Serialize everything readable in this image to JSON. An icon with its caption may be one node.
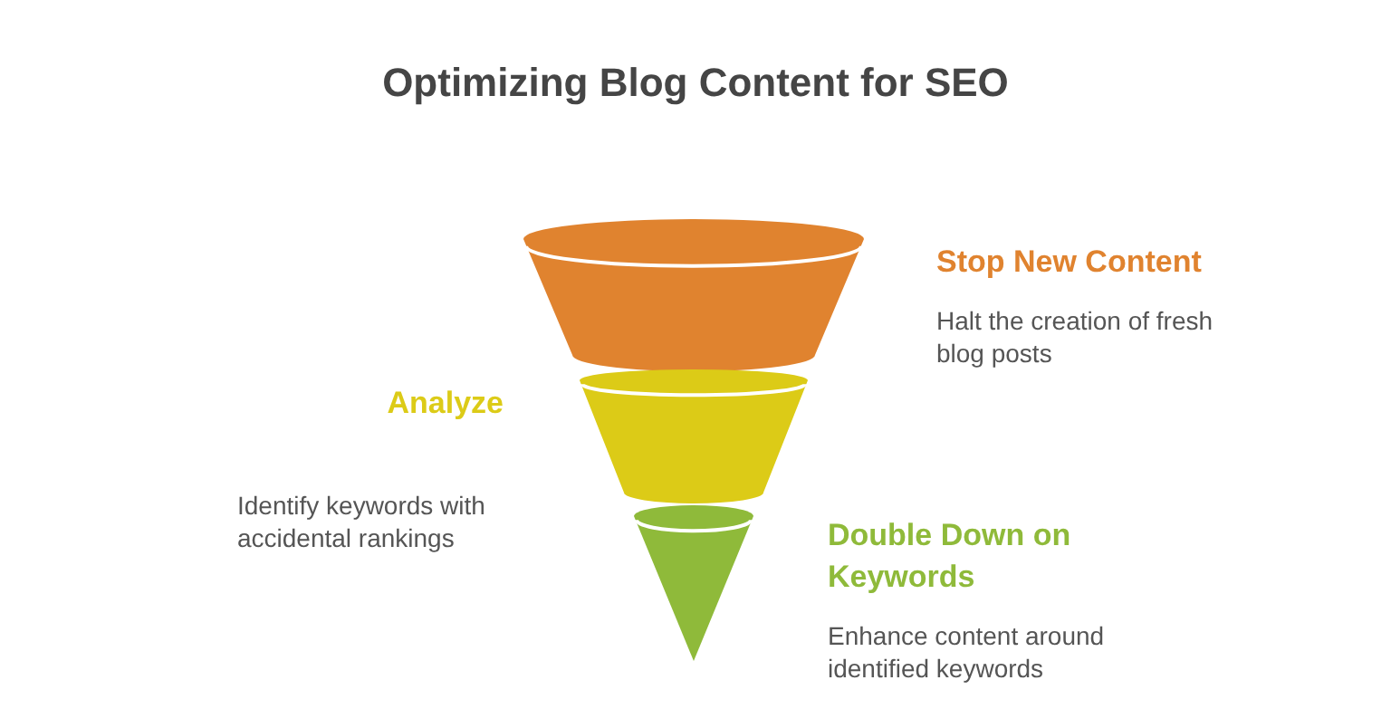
{
  "diagram": {
    "title": "Optimizing Blog Content for SEO",
    "nodes": [
      {
        "text": [],
        "shape": "funnel",
        "beside": [
          "Stop New Content",
          "Halt the creation of fresh blog posts"
        ]
      },
      {
        "text": [],
        "shape": "funnel",
        "beside": [
          "Identify keywords with accidental rankings"
        ]
      },
      {
        "text": [],
        "shape": "cone",
        "beside": [
          "Double Down on Keywords",
          "Enhance content around identified keywords"
        ]
      }
    ],
    "labels": [
      "Analyze"
    ]
  }
}
